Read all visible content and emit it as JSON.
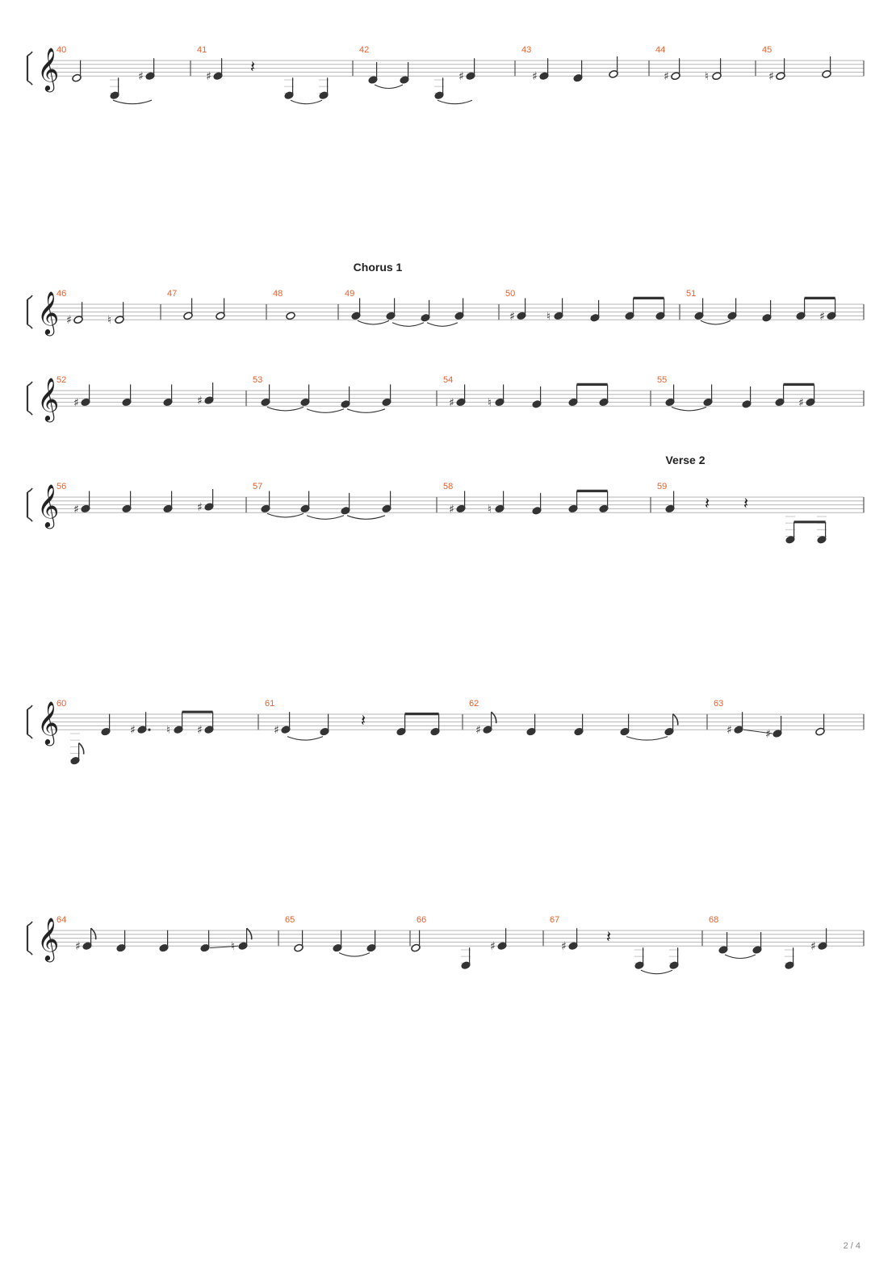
{
  "page": {
    "indicator": "2 / 4"
  },
  "sections": [
    {
      "text": "Chorus 1"
    },
    {
      "text": "Verse 2"
    }
  ],
  "systems": [
    {
      "measures": [
        {
          "number": "40",
          "notes": [
            {
              "p": -1,
              "d": "h",
              "ledger": false
            },
            {
              "p": 0,
              "d": "q",
              "acc": "sharp",
              "tie": true
            },
            {
              "p": -10,
              "d": "q",
              "ledgerStem": true
            }
          ]
        },
        {
          "number": "41",
          "notes": [
            {
              "p": 0,
              "d": "q",
              "acc": "sharp"
            },
            {
              "rest": "q"
            },
            {
              "p": -10,
              "d": "q",
              "ledgerStem": true,
              "tie": true
            },
            {
              "p": -10,
              "d": "q",
              "ledgerStem": true
            }
          ]
        },
        {
          "number": "42",
          "notes": [
            {
              "p": -2,
              "d": "q",
              "tie": true
            },
            {
              "p": -2,
              "d": "q"
            },
            {
              "p": 0,
              "d": "q",
              "acc": "sharp",
              "tie": true
            },
            {
              "p": -10,
              "d": "q",
              "ledgerStem": true
            }
          ]
        },
        {
          "number": "43",
          "notes": [
            {
              "p": 0,
              "d": "q",
              "acc": "sharp"
            },
            {
              "p": -1,
              "d": "q"
            },
            {
              "p": 1,
              "d": "h"
            }
          ]
        },
        {
          "number": "44",
          "notes": [
            {
              "p": 0,
              "d": "h",
              "acc": "sharp"
            },
            {
              "p": 0,
              "d": "h",
              "acc": "natural"
            }
          ]
        },
        {
          "number": "45",
          "notes": [
            {
              "p": 0,
              "d": "h",
              "acc": "sharp"
            },
            {
              "p": 1,
              "d": "h"
            }
          ]
        }
      ]
    },
    {
      "measures": [
        {
          "number": "46",
          "notes": [
            {
              "p": 0,
              "d": "h",
              "acc": "sharp"
            },
            {
              "p": 0,
              "d": "h",
              "acc": "natural"
            }
          ]
        },
        {
          "number": "47",
          "notes": [
            {
              "p": 2,
              "d": "h"
            },
            {
              "p": 2,
              "d": "h"
            }
          ]
        },
        {
          "number": "48",
          "notes": [
            {
              "p": 2,
              "d": "w"
            }
          ]
        },
        {
          "number": "49",
          "notes": [
            {
              "p": 2,
              "d": "q",
              "tie": true
            },
            {
              "p": 2,
              "d": "q",
              "tie": true
            },
            {
              "p": 1,
              "d": "q",
              "tie": true
            },
            {
              "p": 2,
              "d": "q",
              "tie": true
            }
          ]
        },
        {
          "number": "50",
          "notes": [
            {
              "p": 2,
              "d": "q",
              "acc": "sharp"
            },
            {
              "p": 2,
              "d": "q",
              "acc": "natural"
            },
            {
              "p": 1,
              "d": "q"
            },
            {
              "p": 2,
              "d": "e",
              "beam": "start"
            },
            {
              "p": 2,
              "d": "e",
              "beam": "end",
              "tie": true
            }
          ]
        },
        {
          "number": "51",
          "notes": [
            {
              "p": 2,
              "d": "q",
              "tie": true
            },
            {
              "p": 2,
              "d": "q"
            },
            {
              "p": 1,
              "d": "q"
            },
            {
              "p": 2,
              "d": "e",
              "beam": "start"
            },
            {
              "p": 2,
              "d": "e",
              "acc": "sharp",
              "beam": "end",
              "tie": true
            }
          ]
        }
      ]
    },
    {
      "measures": [
        {
          "number": "52",
          "notes": [
            {
              "p": 2,
              "d": "q",
              "acc": "sharp"
            },
            {
              "p": 2,
              "d": "q"
            },
            {
              "p": 2,
              "d": "q"
            },
            {
              "p": 3,
              "d": "q",
              "acc": "sharp"
            }
          ]
        },
        {
          "number": "53",
          "notes": [
            {
              "p": 2,
              "d": "q",
              "tie": true
            },
            {
              "p": 2,
              "d": "q",
              "tie": true
            },
            {
              "p": 1,
              "d": "q",
              "tie": true
            },
            {
              "p": 2,
              "d": "q",
              "tie": true
            }
          ]
        },
        {
          "number": "54",
          "notes": [
            {
              "p": 2,
              "d": "q",
              "acc": "sharp"
            },
            {
              "p": 2,
              "d": "q",
              "acc": "natural"
            },
            {
              "p": 1,
              "d": "q"
            },
            {
              "p": 2,
              "d": "e",
              "beam": "start"
            },
            {
              "p": 2,
              "d": "e",
              "beam": "end",
              "tie": true
            }
          ]
        },
        {
          "number": "55",
          "notes": [
            {
              "p": 2,
              "d": "q",
              "tie": true
            },
            {
              "p": 2,
              "d": "q"
            },
            {
              "p": 1,
              "d": "q"
            },
            {
              "p": 2,
              "d": "e",
              "beam": "start"
            },
            {
              "p": 2,
              "d": "e",
              "acc": "sharp",
              "beam": "end",
              "tie": true
            }
          ]
        }
      ]
    },
    {
      "measures": [
        {
          "number": "56",
          "notes": [
            {
              "p": 2,
              "d": "q",
              "acc": "sharp"
            },
            {
              "p": 2,
              "d": "q"
            },
            {
              "p": 2,
              "d": "q"
            },
            {
              "p": 3,
              "d": "q",
              "acc": "sharp"
            }
          ]
        },
        {
          "number": "57",
          "notes": [
            {
              "p": 2,
              "d": "q",
              "tie": true
            },
            {
              "p": 2,
              "d": "q",
              "tie": true
            },
            {
              "p": 1,
              "d": "q",
              "tie": true
            },
            {
              "p": 2,
              "d": "q",
              "tie": true
            }
          ]
        },
        {
          "number": "58",
          "notes": [
            {
              "p": 2,
              "d": "q",
              "acc": "sharp"
            },
            {
              "p": 2,
              "d": "q",
              "acc": "natural"
            },
            {
              "p": 1,
              "d": "q"
            },
            {
              "p": 2,
              "d": "e",
              "beam": "start"
            },
            {
              "p": 2,
              "d": "e",
              "beam": "end",
              "tie": true
            }
          ]
        },
        {
          "number": "59",
          "notes": [
            {
              "p": 2,
              "d": "q"
            },
            {
              "rest": "q"
            },
            {
              "rest": "q"
            },
            {
              "p": -14,
              "d": "e",
              "ledgerStem": true,
              "beam": "start"
            },
            {
              "p": -14,
              "d": "e",
              "ledgerStem": true,
              "beam": "end"
            }
          ]
        }
      ]
    },
    {
      "measures": [
        {
          "number": "60",
          "notes": [
            {
              "p": -16,
              "d": "e",
              "ledgerStem": true,
              "flag": true
            },
            {
              "p": -1,
              "d": "q"
            },
            {
              "p": 0,
              "d": "qd",
              "acc": "sharp"
            },
            {
              "p": 0,
              "d": "e",
              "acc": "natural",
              "beam": "start"
            },
            {
              "p": 0,
              "d": "e",
              "acc": "sharp",
              "beam": "end",
              "tie": true
            }
          ]
        },
        {
          "number": "61",
          "notes": [
            {
              "p": 0,
              "d": "q",
              "acc": "sharp",
              "tie": true
            },
            {
              "p": -1,
              "d": "q"
            },
            {
              "rest": "q"
            },
            {
              "p": -1,
              "d": "e",
              "beam": "start"
            },
            {
              "p": -1,
              "d": "e",
              "beam": "end"
            }
          ]
        },
        {
          "number": "62",
          "notes": [
            {
              "p": 0,
              "d": "e",
              "acc": "sharp",
              "flag": true
            },
            {
              "p": -1,
              "d": "q"
            },
            {
              "p": -1,
              "d": "q"
            },
            {
              "p": -1,
              "d": "q",
              "tie": true
            },
            {
              "p": -1,
              "d": "e",
              "flag": true
            }
          ]
        },
        {
          "number": "63",
          "notes": [
            {
              "p": 0,
              "d": "q",
              "acc": "sharp",
              "slide": true
            },
            {
              "p": -2,
              "d": "q",
              "acc": "sharp"
            },
            {
              "p": -1,
              "d": "h"
            }
          ]
        }
      ]
    },
    {
      "measures": [
        {
          "number": "64",
          "notes": [
            {
              "p": 0,
              "d": "e",
              "acc": "sharp",
              "flag": true
            },
            {
              "p": -1,
              "d": "q"
            },
            {
              "p": -1,
              "d": "q"
            },
            {
              "p": -1,
              "d": "q",
              "slide": true
            },
            {
              "p": 0,
              "d": "e",
              "acc": "natural",
              "flag": true
            }
          ]
        },
        {
          "number": "65",
          "notes": [
            {
              "p": -1,
              "d": "h"
            },
            {
              "p": -1,
              "d": "q",
              "tie": true
            },
            {
              "p": -1,
              "d": "q"
            }
          ]
        },
        {
          "number": "66",
          "notes": [
            {
              "p": -1,
              "d": "h"
            },
            {
              "p": -10,
              "d": "q",
              "ledgerStem": true
            },
            {
              "p": 0,
              "d": "q",
              "acc": "sharp",
              "tie": true
            }
          ]
        },
        {
          "number": "67",
          "notes": [
            {
              "p": 0,
              "d": "q",
              "acc": "sharp"
            },
            {
              "rest": "q"
            },
            {
              "p": -10,
              "d": "q",
              "ledgerStem": true,
              "tie": true
            },
            {
              "p": -10,
              "d": "q",
              "ledgerStem": true
            }
          ]
        },
        {
          "number": "68",
          "notes": [
            {
              "p": -2,
              "d": "q",
              "tie": true
            },
            {
              "p": -2,
              "d": "q"
            },
            {
              "p": -10,
              "d": "q",
              "ledgerStem": true
            },
            {
              "p": 0,
              "d": "q",
              "acc": "sharp",
              "tie": true
            }
          ]
        }
      ]
    }
  ]
}
